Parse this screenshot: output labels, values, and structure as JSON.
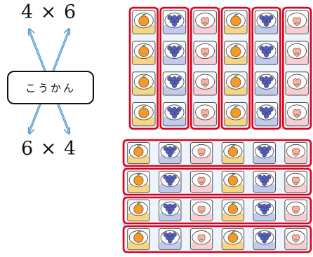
{
  "expression_top": "4 × 6",
  "expression_bottom": "6 × 4",
  "label": "こうかん",
  "colors": {
    "highlight": "#e0001b",
    "arrow": "#5a9fd4",
    "orange_fruit": "#f39a2c",
    "grape_fruit": "#5561b8",
    "peach_fruit": "#f7b2a6",
    "cup_band_pink": "#f6c9cf",
    "cup_band_blue": "#b9c4ea",
    "cup_band_yellow": "#f4d278"
  },
  "top_tray": {
    "columns": 6,
    "rows": 4,
    "column_fruits": [
      "orange-cup",
      "grape-cup",
      "peach-cup",
      "orange-cup",
      "grape-cup",
      "peach-cup"
    ]
  },
  "bottom_tray": {
    "columns": 6,
    "rows": 4,
    "row_fruits": [
      "orange-cup",
      "grape-cup",
      "peach-cup",
      "orange-cup",
      "grape-cup",
      "peach-cup"
    ]
  }
}
